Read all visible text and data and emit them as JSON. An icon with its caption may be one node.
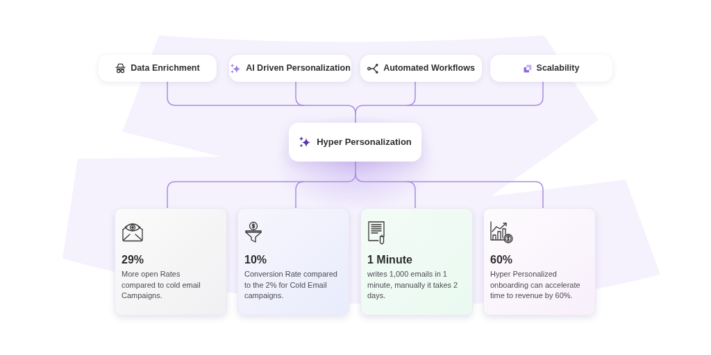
{
  "diagram": {
    "nodes": [
      {
        "text": [
          "Data Enrichment"
        ]
      },
      {
        "text": [
          "AI Driven Personalization"
        ]
      },
      {
        "text": [
          "Automated Workflows"
        ]
      },
      {
        "text": [
          "Scalability"
        ]
      },
      {
        "text": [
          "Hyper Personalization"
        ]
      },
      {
        "text": [
          "29%",
          "More open Rates compared to cold email Campaigns."
        ]
      },
      {
        "text": [
          "10%",
          "Conversion Rate compared to the 2% for Cold Email campaigns."
        ]
      },
      {
        "text": [
          "1 Minute",
          "writes 1,000 emails in 1 minute, manually it takes 2 days."
        ]
      },
      {
        "text": [
          "60%",
          "Hyper Personalized onboarding can accelerate time to revenue by 60%."
        ]
      }
    ],
    "edges": [
      {
        "from": 0,
        "to": 4,
        "arrow": "none"
      },
      {
        "from": 1,
        "to": 4,
        "arrow": "none"
      },
      {
        "from": 2,
        "to": 4,
        "arrow": "none"
      },
      {
        "from": 3,
        "to": 4,
        "arrow": "none"
      },
      {
        "from": 4,
        "to": 5,
        "arrow": "none"
      },
      {
        "from": 4,
        "to": 6,
        "arrow": "none"
      },
      {
        "from": 4,
        "to": 7,
        "arrow": "none"
      },
      {
        "from": 4,
        "to": 8,
        "arrow": "none"
      }
    ]
  }
}
